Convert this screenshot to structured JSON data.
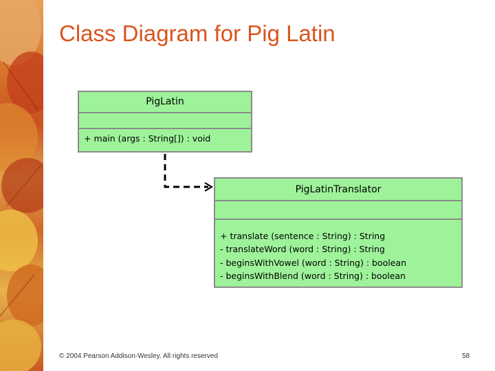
{
  "slide": {
    "title": "Class Diagram for Pig Latin",
    "title_color": "#d9541e",
    "footer": {
      "copyright": "© 2004 Pearson Addison-Wesley. All rights reserved",
      "page_number": "58"
    }
  },
  "diagram": {
    "box_fill": "#9ef39a",
    "classes": [
      {
        "name": "PigLatin",
        "attributes": [],
        "operations": [
          "+ main (args : String[]) : void"
        ]
      },
      {
        "name": "PigLatinTranslator",
        "attributes": [],
        "operations": [
          "+ translate (sentence : String) : String",
          "- translateWord (word : String) : String",
          "- beginsWithVowel (word : String) : boolean",
          "- beginsWithBlend (word : String) : boolean"
        ]
      }
    ],
    "relationships": [
      {
        "type": "dependency",
        "from": "PigLatin",
        "to": "PigLatinTranslator",
        "line_style": "dashed"
      }
    ]
  }
}
